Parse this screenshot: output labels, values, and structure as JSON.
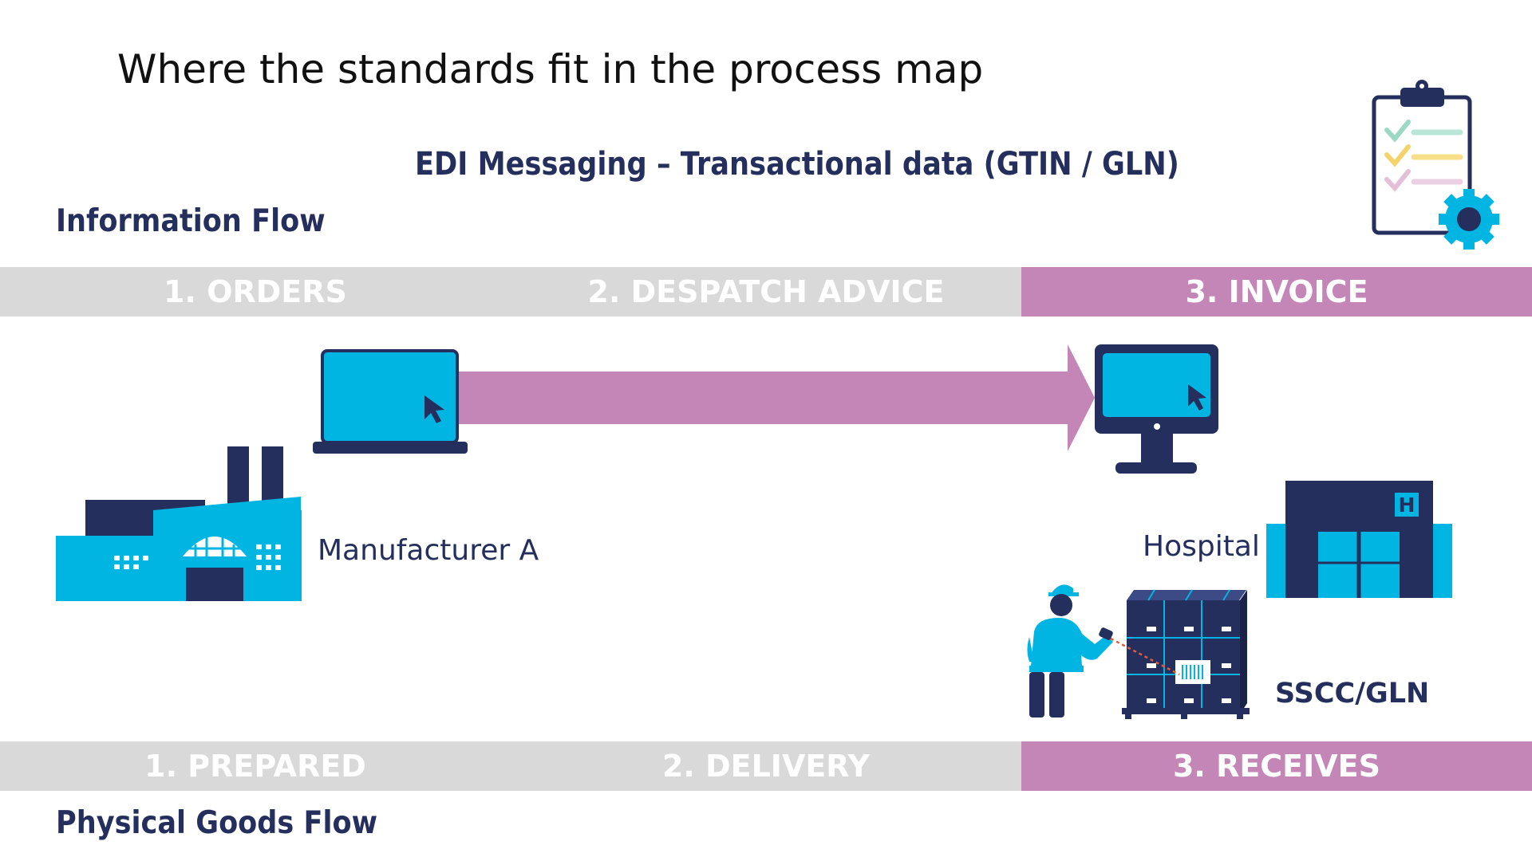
{
  "slide": {
    "title": "Where the standards fit in the process map",
    "subtitle": "EDI Messaging – Transactional data (GTIN / GLN)"
  },
  "information_flow": {
    "label": "Information Flow",
    "steps": [
      "1. ORDERS",
      "2. DESPATCH ADVICE",
      "3. INVOICE"
    ],
    "active_step": "3. INVOICE"
  },
  "physical_flow": {
    "label": "Physical Goods Flow",
    "steps": [
      "1. PREPARED",
      "2. DELIVERY",
      "3. RECEIVES"
    ],
    "active_step": "3. RECEIVES"
  },
  "nodes": {
    "manufacturer": "Manufacturer A",
    "hospital": "Hospital",
    "hospital_sign": "H",
    "identifier": "SSCC/GLN"
  },
  "icons": {
    "clipboard": "clipboard-checklist-gear-icon",
    "laptop": "laptop-icon",
    "monitor": "desktop-monitor-icon",
    "factory": "factory-icon",
    "hospital": "hospital-building-icon",
    "worker": "warehouse-worker-scanning-icon",
    "pallet": "pallet-boxes-icon",
    "arrow": "flow-arrow-icon"
  },
  "colors": {
    "navy": "#252f5e",
    "cyan": "#00b5e2",
    "mauve": "#c386b6",
    "band_grey": "#d9d9d9"
  }
}
